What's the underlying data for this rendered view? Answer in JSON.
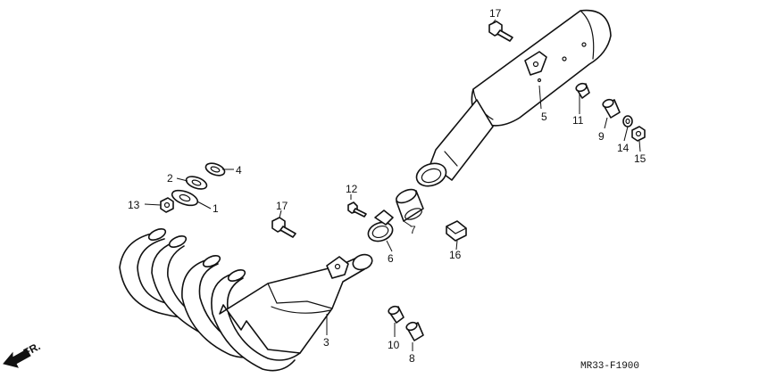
{
  "diagram": {
    "labels": {
      "p1": "1",
      "p2": "2",
      "p3": "3",
      "p4": "4",
      "p5": "5",
      "p6": "6",
      "p7": "7",
      "p8": "8",
      "p9": "9",
      "p10": "10",
      "p11": "11",
      "p12": "12",
      "p13": "13",
      "p14": "14",
      "p15": "15",
      "p16": "16",
      "p17a": "17",
      "p17b": "17"
    },
    "front_label": "FR.",
    "diagram_code": "MR33-F1900"
  }
}
